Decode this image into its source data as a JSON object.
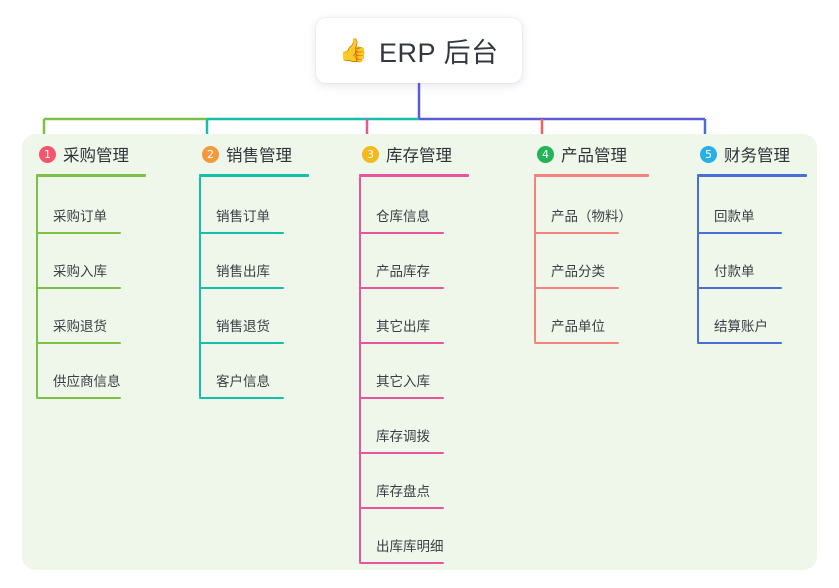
{
  "root": {
    "icon": "thumbs-up-icon",
    "icon_glyph": "👍",
    "title": "ERP 后台"
  },
  "theme": {
    "panel_bg": "#eef7e9",
    "page_bg": "#ffffff",
    "text": "#2f343c",
    "item_text": "#3a3f47",
    "bus_purple": "#5b5bd6",
    "bus_green": "#7cc04a",
    "bus_teal": "#16bfa8",
    "bus_pink": "#e8559a",
    "bus_red": "#f4615f",
    "bus_blue": "#4a6fd4"
  },
  "columns": [
    {
      "number": "1",
      "title": "采购管理",
      "badge_color": "#f4566c",
      "accent": "#7cc04a",
      "connector_color": "#7cc04a",
      "rule_width": 110,
      "items": [
        {
          "label": "采购订单"
        },
        {
          "label": "采购入库"
        },
        {
          "label": "采购退货"
        },
        {
          "label": "供应商信息"
        }
      ]
    },
    {
      "number": "2",
      "title": "销售管理",
      "badge_color": "#f29a3c",
      "accent": "#16bfa8",
      "connector_color": "#16bfa8",
      "rule_width": 110,
      "items": [
        {
          "label": "销售订单"
        },
        {
          "label": "销售出库"
        },
        {
          "label": "销售退货"
        },
        {
          "label": "客户信息"
        }
      ]
    },
    {
      "number": "3",
      "title": "库存管理",
      "badge_color": "#f5b91e",
      "accent": "#e8559a",
      "connector_color": "#e8559a",
      "rule_width": 110,
      "items": [
        {
          "label": "仓库信息"
        },
        {
          "label": "产品库存"
        },
        {
          "label": "其它出库"
        },
        {
          "label": "其它入库"
        },
        {
          "label": "库存调拨"
        },
        {
          "label": "库存盘点"
        },
        {
          "label": "出库库明细"
        }
      ]
    },
    {
      "number": "4",
      "title": "产品管理",
      "badge_color": "#22b457",
      "accent": "#f4837e",
      "connector_color": "#f4615f",
      "rule_width": 115,
      "items": [
        {
          "label": "产品（物料）"
        },
        {
          "label": "产品分类"
        },
        {
          "label": "产品单位"
        }
      ]
    },
    {
      "number": "5",
      "title": "财务管理",
      "badge_color": "#27b0e8",
      "accent": "#4a6fd4",
      "connector_color": "#4a6fd4",
      "rule_width": 110,
      "items": [
        {
          "label": "回款单"
        },
        {
          "label": "付款单"
        },
        {
          "label": "结算账户"
        }
      ]
    }
  ]
}
